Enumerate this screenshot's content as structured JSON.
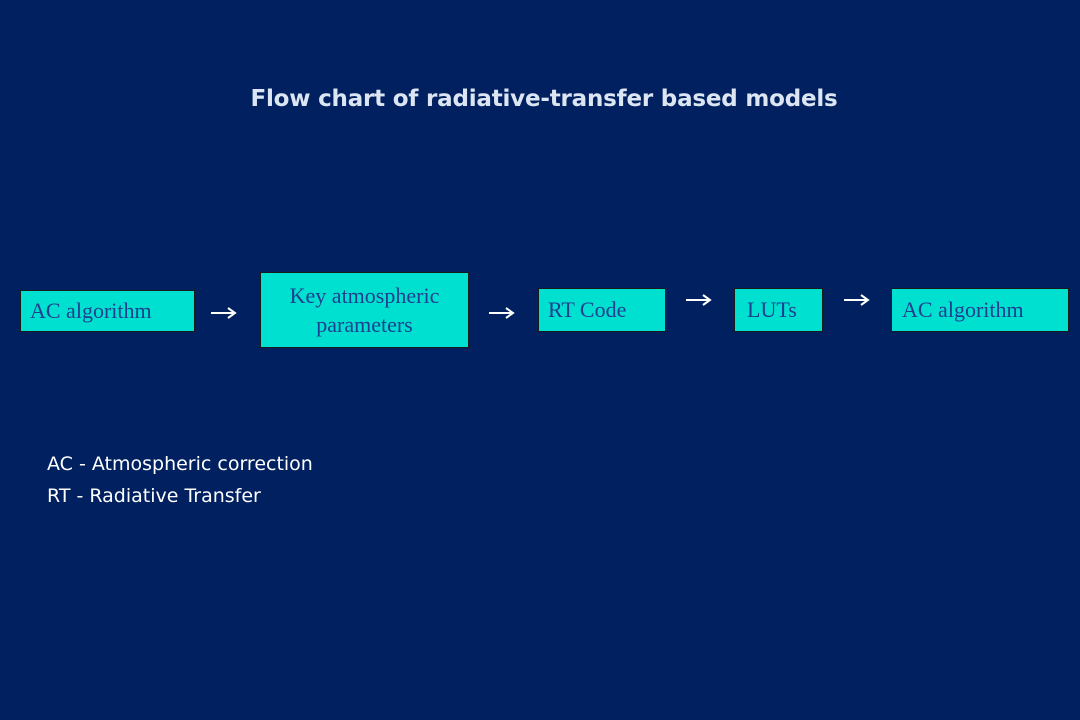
{
  "title": "Flow chart of radiative-transfer based models",
  "colors": {
    "background": "#002060",
    "box_fill": "#00e0d0",
    "box_text": "#1f3f8f",
    "title_text": "#dce6f2",
    "legend_text": "#ffffff"
  },
  "flow": {
    "boxes": [
      {
        "label": "AC algorithm"
      },
      {
        "label_line1": "Key atmospheric",
        "label_line2": "parameters"
      },
      {
        "label": "RT Code"
      },
      {
        "label": "LUTs"
      },
      {
        "label": "AC algorithm"
      }
    ],
    "arrow_icon": "right-arrow-icon"
  },
  "legend": {
    "lines": [
      "AC - Atmospheric correction",
      "RT - Radiative Transfer"
    ]
  }
}
